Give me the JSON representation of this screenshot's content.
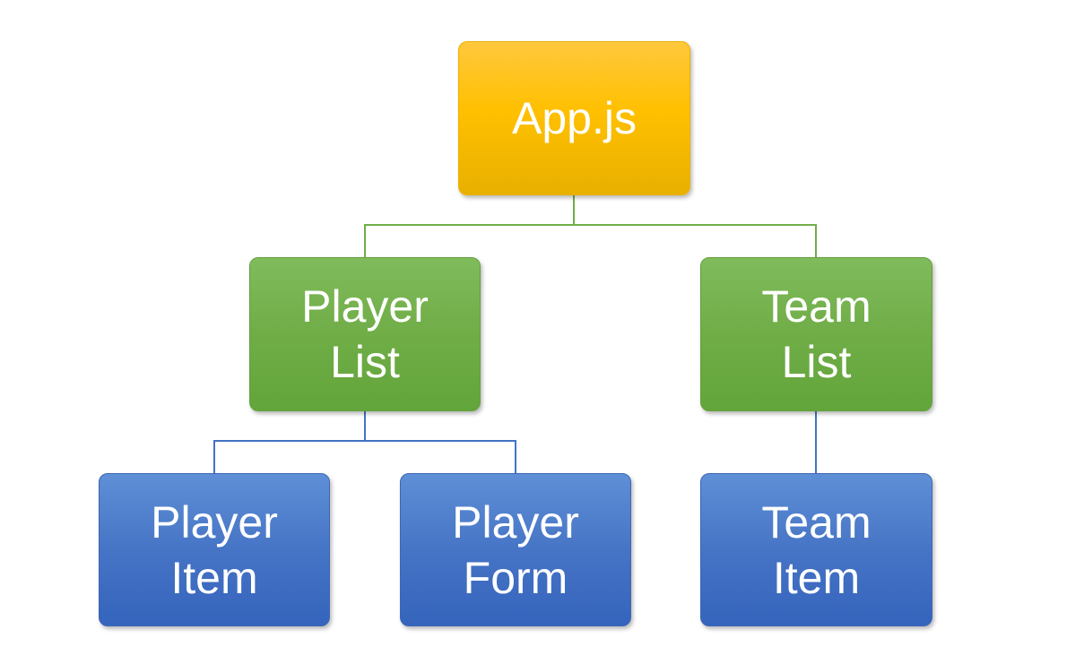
{
  "diagram": {
    "root": {
      "label": "App.js",
      "color": "#ffc000"
    },
    "player_list": {
      "line1": "Player",
      "line2": "List",
      "color": "#70ad47"
    },
    "team_list": {
      "line1": "Team",
      "line2": "List",
      "color": "#70ad47"
    },
    "player_item": {
      "line1": "Player",
      "line2": "Item",
      "color": "#4472c4"
    },
    "player_form": {
      "line1": "Player",
      "line2": "Form",
      "color": "#4472c4"
    },
    "team_item": {
      "line1": "Team",
      "line2": "Item",
      "color": "#4472c4"
    },
    "connector_colors": {
      "level1": "#70ad47",
      "level2": "#4472c4"
    }
  }
}
